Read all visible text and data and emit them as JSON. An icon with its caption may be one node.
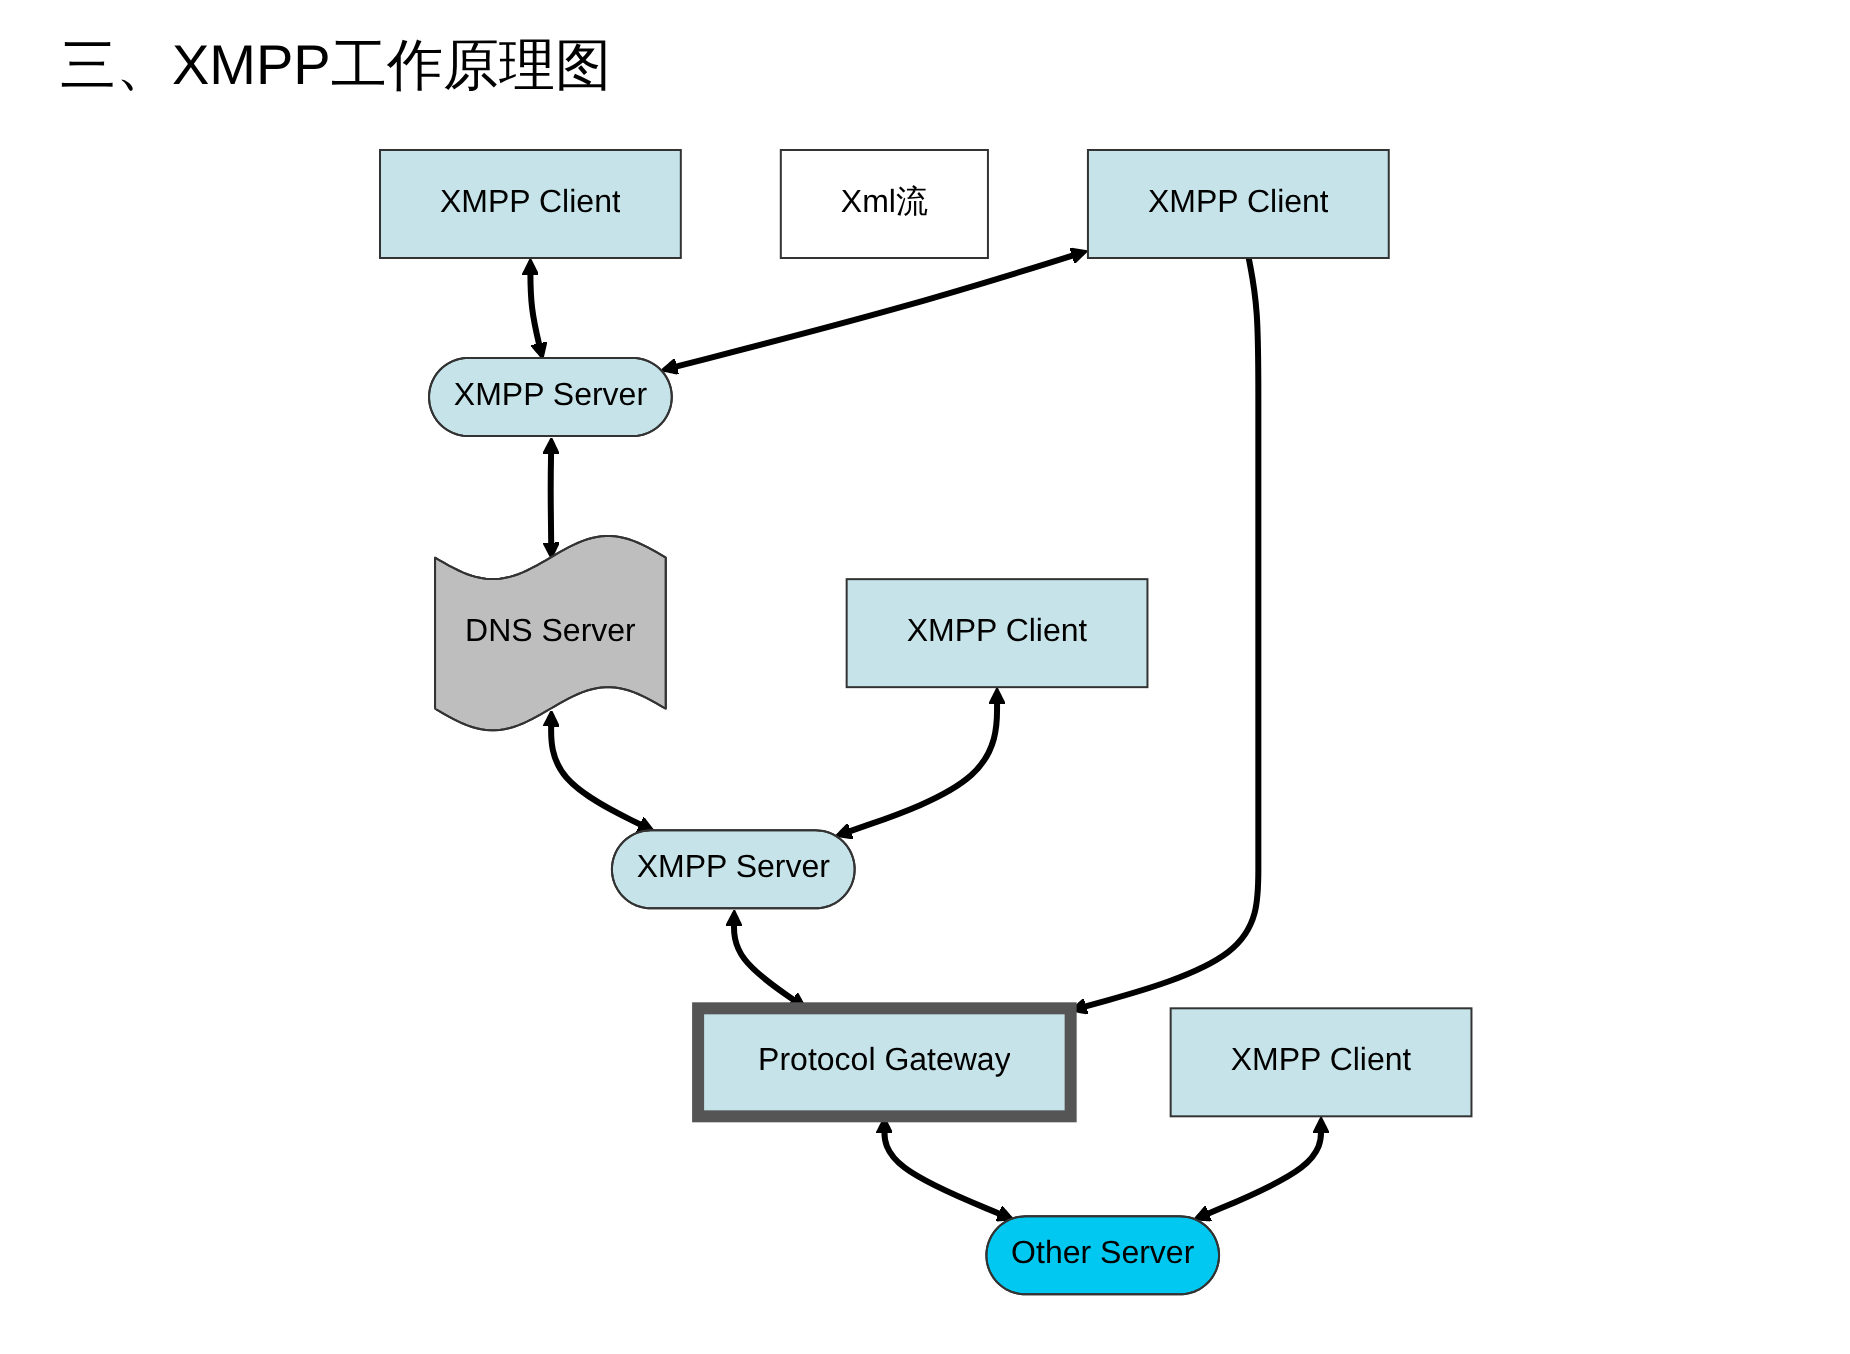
{
  "diagram": {
    "title": "三、XMPP工作原理图",
    "nodes": [
      {
        "text": [
          "XMPP Client"
        ]
      },
      {
        "text": [
          "DNS Server"
        ]
      },
      {
        "text": [
          "XMPP Client"
        ]
      },
      {
        "text": [
          "XMPP Server"
        ]
      },
      {
        "text": [
          "XMPP Server"
        ]
      },
      {
        "text": [
          "Xml流"
        ]
      },
      {
        "text": [
          "XMPP Client"
        ]
      },
      {
        "text": [
          "Protocol Gateway"
        ]
      },
      {
        "text": [
          "XMPP Client"
        ]
      },
      {
        "text": [
          "Other Server"
        ]
      }
    ],
    "edges": [
      {
        "from": 0,
        "to": 3,
        "arrow": "both"
      },
      {
        "from": 3,
        "to": 1,
        "arrow": "both"
      },
      {
        "from": 1,
        "to": 4,
        "arrow": "both"
      },
      {
        "from": 2,
        "to": 4,
        "arrow": "both"
      },
      {
        "from": 6,
        "to": 3,
        "arrow": "both"
      },
      {
        "from": 4,
        "to": 7,
        "arrow": "both"
      },
      {
        "from": 6,
        "to": 7,
        "arrow": "to"
      },
      {
        "from": 7,
        "to": 9,
        "arrow": "both"
      },
      {
        "from": 8,
        "to": 9,
        "arrow": "both"
      }
    ]
  }
}
